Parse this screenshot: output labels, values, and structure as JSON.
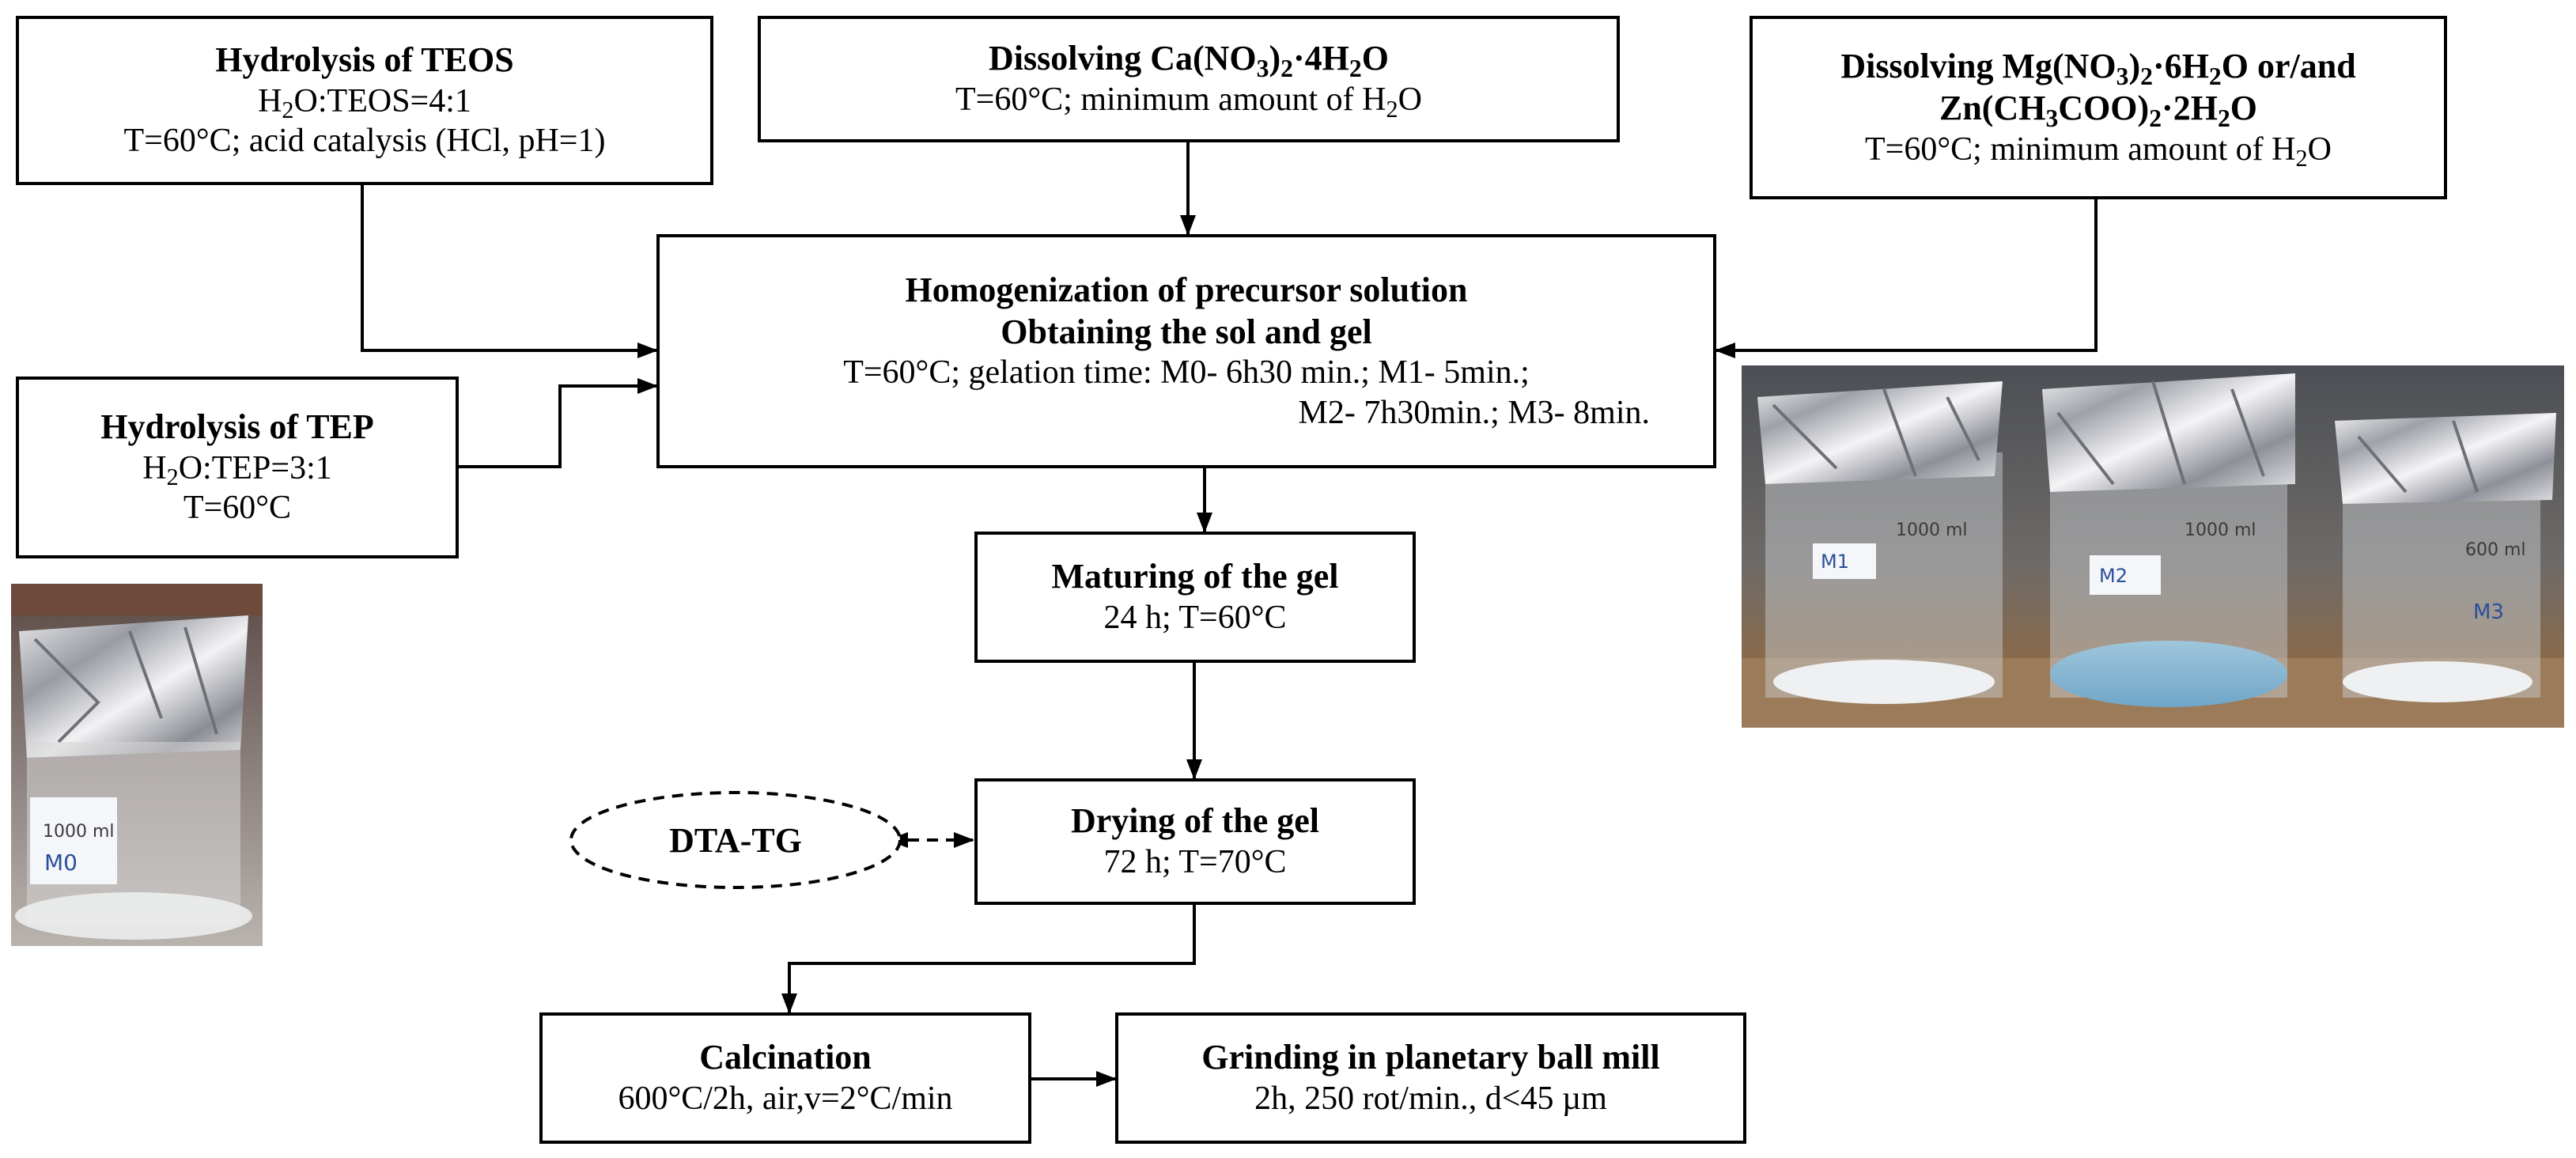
{
  "teos": {
    "title": "Hydrolysis of TEOS",
    "l1_a": "H",
    "l1_sub": "2",
    "l1_b": "O:TEOS=4:1",
    "l2": "T=60°C; acid catalysis (HCl, pH=1)"
  },
  "ca": {
    "t_a": "Dissolving Ca(NO",
    "t_sub1": "3",
    "t_b": ")",
    "t_sub2": "2",
    "t_c": "·4H",
    "t_sub3": "2",
    "t_d": "O",
    "l1_a": "T=60°C; minimum amount of  H",
    "l1_sub": "2",
    "l1_b": "O"
  },
  "mg": {
    "t1_a": "Dissolving Mg(NO",
    "t1_sub1": "3",
    "t1_b": ")",
    "t1_sub2": "2",
    "t1_c": "·6H",
    "t1_sub3": "2",
    "t1_d": "O or/and",
    "t2_a": "Zn(CH",
    "t2_sub1": "3",
    "t2_b": "COO)",
    "t2_sub2": "2",
    "t2_c": "·2H",
    "t2_sub3": "2",
    "t2_d": "O",
    "l1_a": "T=60°C; minimum amount of  H",
    "l1_sub": "2",
    "l1_b": "O"
  },
  "homog": {
    "title1": "Homogenization  of precursor solution",
    "title2": "Obtaining the sol and gel",
    "l1": "T=60°C; gelation  time: M0- 6h30 min.; M1- 5min.;",
    "l2": "M2- 7h30min.; M3- 8min."
  },
  "tep": {
    "title": "Hydrolysis of TEP",
    "l1_a": "H",
    "l1_sub": "2",
    "l1_b": "O:TEP=3:1",
    "l2": "T=60°C"
  },
  "maturing": {
    "title": "Maturing of the gel",
    "l1": "24 h; T=60°C"
  },
  "drying": {
    "title": "Drying of the gel",
    "l1": "72 h; T=70°C"
  },
  "dta": {
    "label": "DTA-TG"
  },
  "calcination": {
    "title": "Calcination",
    "l1": "600°C/2h, air,v=2°C/min"
  },
  "grinding": {
    "title": "Grinding in planetary ball mill",
    "l1": "2h, 250 rot/min., d<45 µm"
  },
  "photos": {
    "left_beaker_label": "M0",
    "left_beaker_volume": "1000 ml",
    "right_labels": [
      "M1",
      "M2",
      "M3"
    ],
    "right_volumes": [
      "1000 ml",
      "1000 ml",
      "600 ml"
    ]
  }
}
